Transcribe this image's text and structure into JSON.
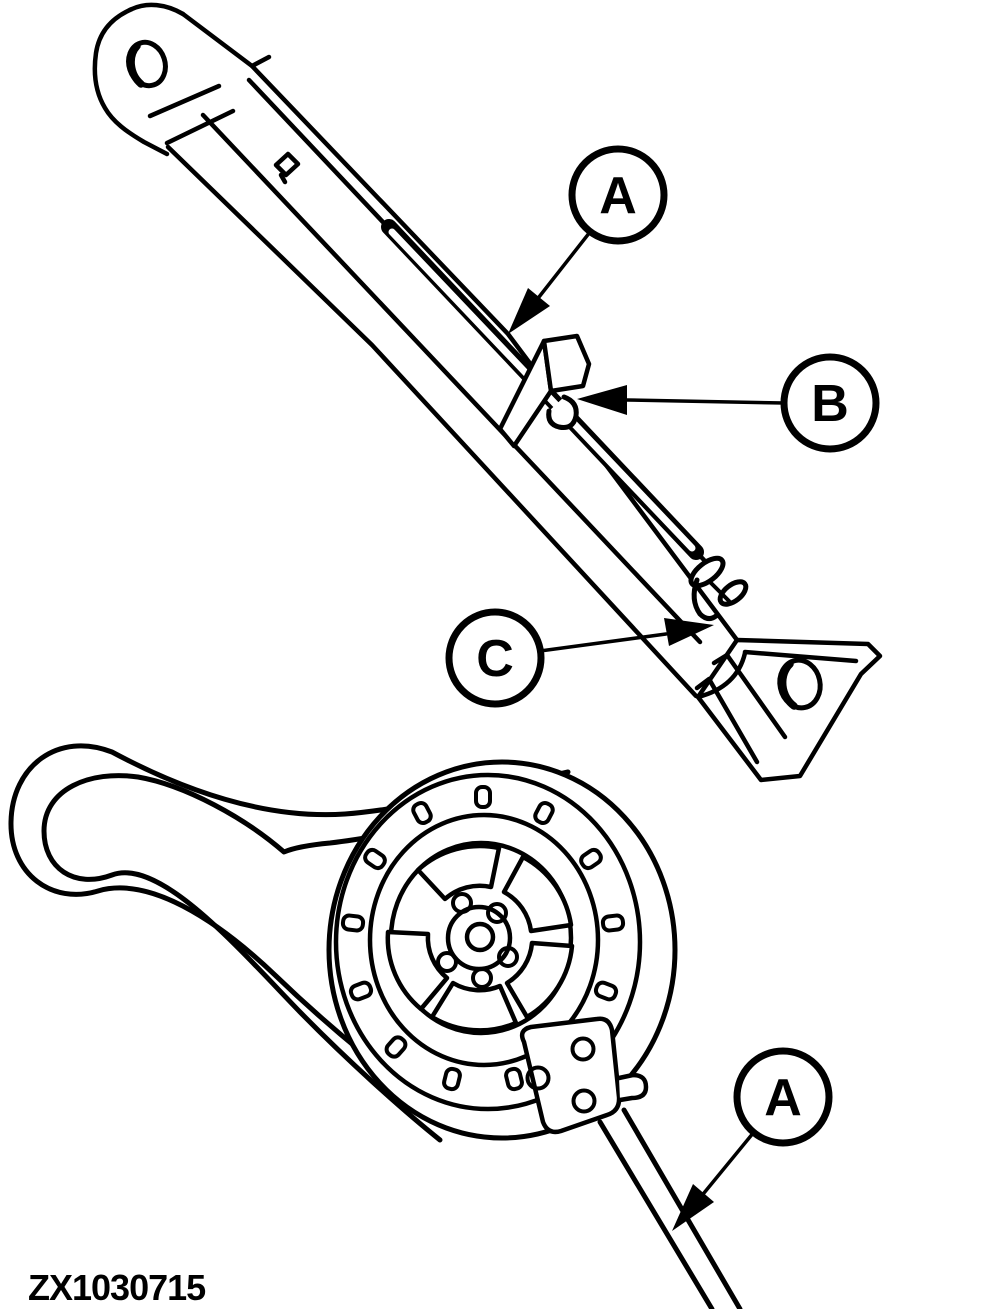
{
  "figure_id": "ZX1030715",
  "callouts": [
    {
      "id": "callout-a-top",
      "label": "A",
      "target": "tension-rod-arm"
    },
    {
      "id": "callout-b",
      "label": "B",
      "target": "spring-hook-bracket"
    },
    {
      "id": "callout-c",
      "label": "C",
      "target": "retainer-clip"
    },
    {
      "id": "callout-a-bottom",
      "label": "A",
      "target": "tension-rod"
    }
  ],
  "colors": {
    "line": "#000000",
    "background": "#ffffff"
  }
}
